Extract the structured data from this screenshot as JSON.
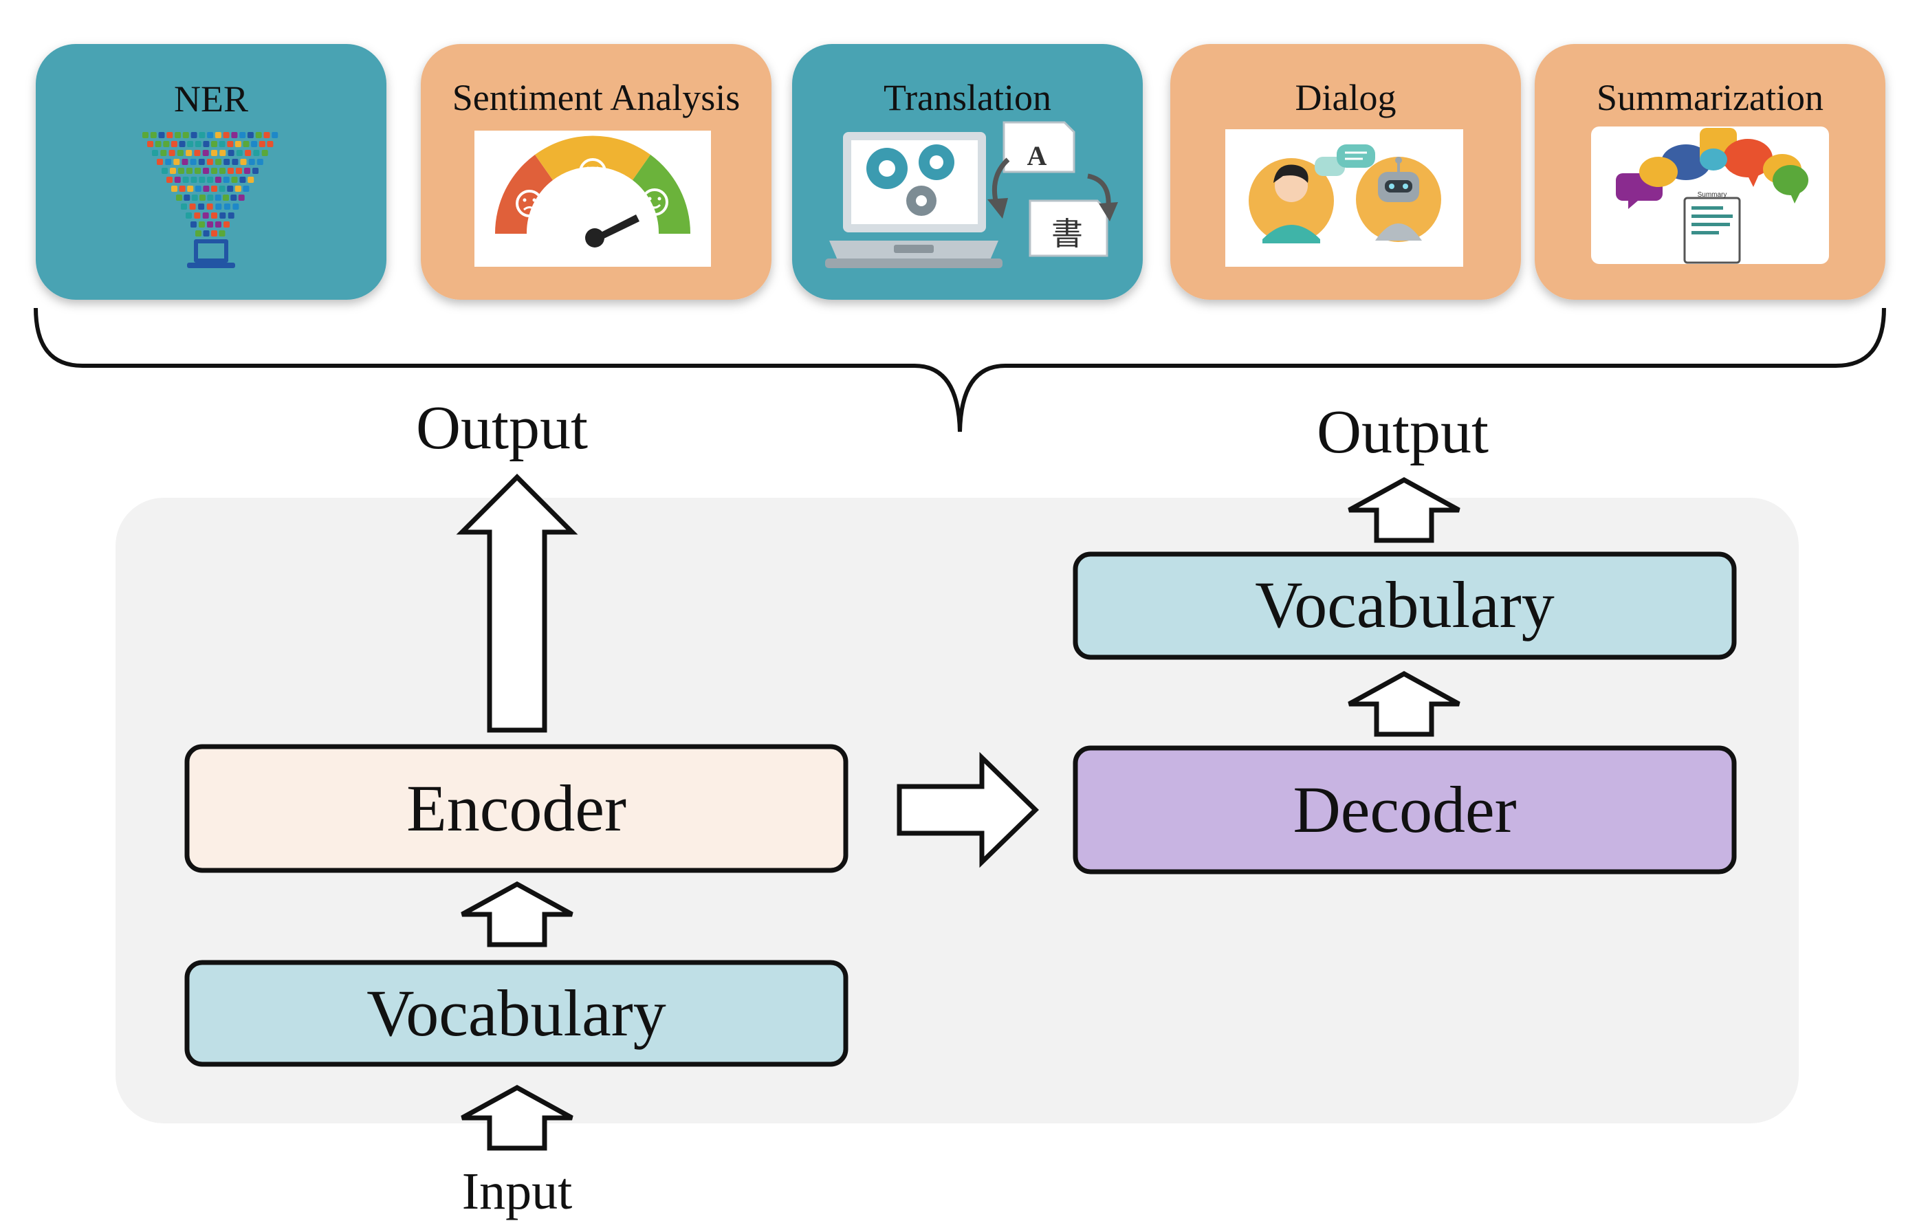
{
  "tasks": [
    {
      "label": "NER",
      "icon": "ner-funnel-icon",
      "color": "#4aa3b3"
    },
    {
      "label": "Sentiment Analysis",
      "icon": "sentiment-gauge-icon",
      "color": "#f0b585"
    },
    {
      "label": "Translation",
      "icon": "translation-laptop-icon",
      "color": "#4aa3b3"
    },
    {
      "label": "Dialog",
      "icon": "dialog-human-robot-icon",
      "color": "#f0b585"
    },
    {
      "label": "Summarization",
      "icon": "summarization-bubbles-icon",
      "color": "#f0b585"
    }
  ],
  "encoder_side": {
    "output_label": "Output",
    "encoder_label": "Encoder",
    "vocabulary_label": "Vocabulary",
    "input_label": "Input"
  },
  "decoder_side": {
    "output_label": "Output",
    "vocabulary_label": "Vocabulary",
    "decoder_label": "Decoder"
  },
  "translation_icon_text": {
    "latin": "A",
    "cjk": "書"
  },
  "summary_doc_text": "Summary",
  "colors": {
    "teal_card": "#4aa3b3",
    "peach_card": "#f0b585",
    "encoder_fill": "#fbefe6",
    "decoder_fill": "#c8b4e2",
    "vocabulary_fill": "#bfdfe6",
    "panel_fill": "#f2f2f2"
  }
}
